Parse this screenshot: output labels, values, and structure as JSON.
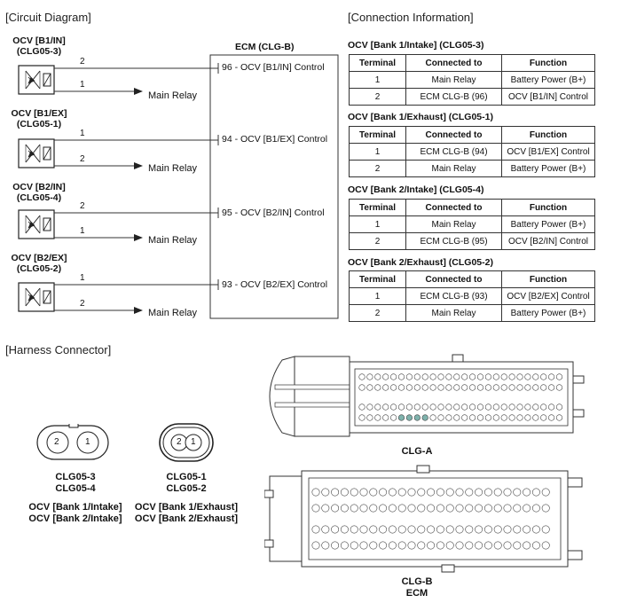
{
  "sections": {
    "circuit": "[Circuit Diagram]",
    "connection": "[Connection Information]",
    "harness": "[Harness Connector]"
  },
  "ecm_title": "ECM (CLG-B)",
  "ocv_blocks": [
    {
      "name": "OCV [B1/IN]",
      "code": "(CLG05-3)",
      "pin_top": "2",
      "pin_bottom": "1",
      "relay_label": "Main Relay",
      "ecm_label": "96 - OCV [B1/IN] Control"
    },
    {
      "name": "OCV [B1/EX]",
      "code": "(CLG05-1)",
      "pin_top": "1",
      "pin_bottom": "2",
      "relay_label": "Main Relay",
      "ecm_label": "94 - OCV [B1/EX] Control"
    },
    {
      "name": "OCV [B2/IN]",
      "code": "(CLG05-4)",
      "pin_top": "2",
      "pin_bottom": "1",
      "relay_label": "Main Relay",
      "ecm_label": "95 - OCV [B2/IN] Control"
    },
    {
      "name": "OCV [B2/EX]",
      "code": "(CLG05-2)",
      "pin_top": "1",
      "pin_bottom": "2",
      "relay_label": "Main Relay",
      "ecm_label": "93 - OCV [B2/EX] Control"
    }
  ],
  "headers": {
    "terminal": "Terminal",
    "connected": "Connected to",
    "function": "Function"
  },
  "tables": [
    {
      "title": "OCV [Bank 1/Intake] (CLG05-3)",
      "rows": [
        [
          "1",
          "Main Relay",
          "Battery Power (B+)"
        ],
        [
          "2",
          "ECM CLG-B (96)",
          "OCV [B1/IN] Control"
        ]
      ]
    },
    {
      "title": "OCV [Bank 1/Exhaust] (CLG05-1)",
      "rows": [
        [
          "1",
          "ECM CLG-B (94)",
          "OCV [B1/EX] Control"
        ],
        [
          "2",
          "Main Relay",
          "Battery Power (B+)"
        ]
      ]
    },
    {
      "title": "OCV [Bank 2/Intake] (CLG05-4)",
      "rows": [
        [
          "1",
          "Main Relay",
          "Battery Power (B+)"
        ],
        [
          "2",
          "ECM CLG-B (95)",
          "OCV [B2/IN] Control"
        ]
      ]
    },
    {
      "title": "OCV [Bank 2/Exhaust] (CLG05-2)",
      "rows": [
        [
          "1",
          "ECM CLG-B (93)",
          "OCV [B2/EX] Control"
        ],
        [
          "2",
          "Main Relay",
          "Battery Power (B+)"
        ]
      ]
    }
  ],
  "harness": {
    "conn_a": {
      "pins": [
        "2",
        "1"
      ],
      "codes": [
        "CLG05-3",
        "CLG05-4"
      ],
      "names": [
        "OCV [Bank 1/Intake]",
        "OCV [Bank 2/Intake]"
      ]
    },
    "conn_b": {
      "pins": [
        "2",
        "1"
      ],
      "codes": [
        "CLG05-1",
        "CLG05-2"
      ],
      "names": [
        "OCV [Bank 1/Exhaust]",
        "OCV [Bank 2/Exhaust]"
      ]
    },
    "clg_a_label": "CLG-A",
    "clg_b_label": "CLG-B",
    "ecm_label": "ECM"
  },
  "colors": {
    "line": "#333333",
    "highlight": "#7fb3ad"
  }
}
